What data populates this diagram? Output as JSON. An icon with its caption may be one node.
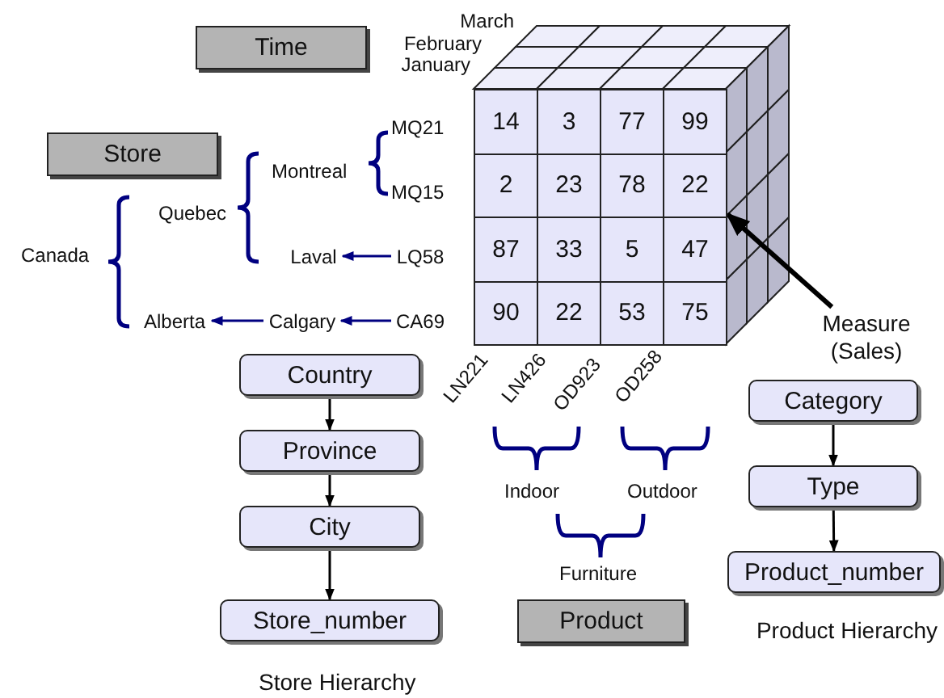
{
  "diagram": {
    "nodes": [
      {
        "text": [
          "Time"
        ]
      },
      {
        "text": [
          "Store"
        ]
      },
      {
        "text": [
          "Product"
        ]
      },
      {
        "text": [
          "Country"
        ]
      },
      {
        "text": [
          "Province"
        ]
      },
      {
        "text": [
          "City"
        ]
      },
      {
        "text": [
          "Store_number"
        ]
      },
      {
        "text": [
          "Category"
        ]
      },
      {
        "text": [
          "Type"
        ]
      },
      {
        "text": [
          "Product_number"
        ]
      },
      {
        "text": [
          "Laval"
        ]
      },
      {
        "text": [
          "LQ58"
        ]
      },
      {
        "text": [
          "Alberta"
        ]
      },
      {
        "text": [
          "Calgary"
        ]
      },
      {
        "text": [
          "CA69"
        ]
      },
      {
        "text": [
          "14"
        ]
      },
      {
        "text": [
          "3"
        ]
      },
      {
        "text": [
          "77"
        ]
      },
      {
        "text": [
          "99"
        ]
      },
      {
        "text": [
          "2"
        ]
      },
      {
        "text": [
          "23"
        ]
      },
      {
        "text": [
          "78"
        ]
      },
      {
        "text": [
          "22"
        ]
      },
      {
        "text": [
          "87"
        ]
      },
      {
        "text": [
          "33"
        ]
      },
      {
        "text": [
          "5"
        ]
      },
      {
        "text": [
          "47"
        ]
      },
      {
        "text": [
          "90"
        ]
      },
      {
        "text": [
          "22"
        ]
      },
      {
        "text": [
          "53"
        ]
      },
      {
        "text": [
          "75"
        ]
      },
      {
        "text": [
          "Measure (Sales)"
        ]
      }
    ],
    "edges": [
      {
        "from": 11,
        "to": 10,
        "arrow": "to",
        "color": "#000080"
      },
      {
        "from": 14,
        "to": 13,
        "arrow": "to",
        "color": "#000080"
      },
      {
        "from": 13,
        "to": 12,
        "arrow": "to",
        "color": "#000080"
      },
      {
        "from": 3,
        "to": 4,
        "arrow": "to"
      },
      {
        "from": 4,
        "to": 5,
        "arrow": "to"
      },
      {
        "from": 5,
        "to": 6,
        "arrow": "to"
      },
      {
        "from": 7,
        "to": 8,
        "arrow": "to"
      },
      {
        "from": 8,
        "to": 9,
        "arrow": "to"
      },
      {
        "from": 31,
        "to": 22,
        "arrow": "to",
        "style": "thick"
      }
    ],
    "labels": [
      "March",
      "February",
      "January",
      "MQ21",
      "Montreal",
      "Quebec",
      "MQ15",
      "Canada",
      "LN221",
      "LN426",
      "OD923",
      "OD258",
      "Indoor",
      "Outdoor",
      "Furniture",
      "Store Hierarchy",
      "Product Hierarchy"
    ]
  }
}
